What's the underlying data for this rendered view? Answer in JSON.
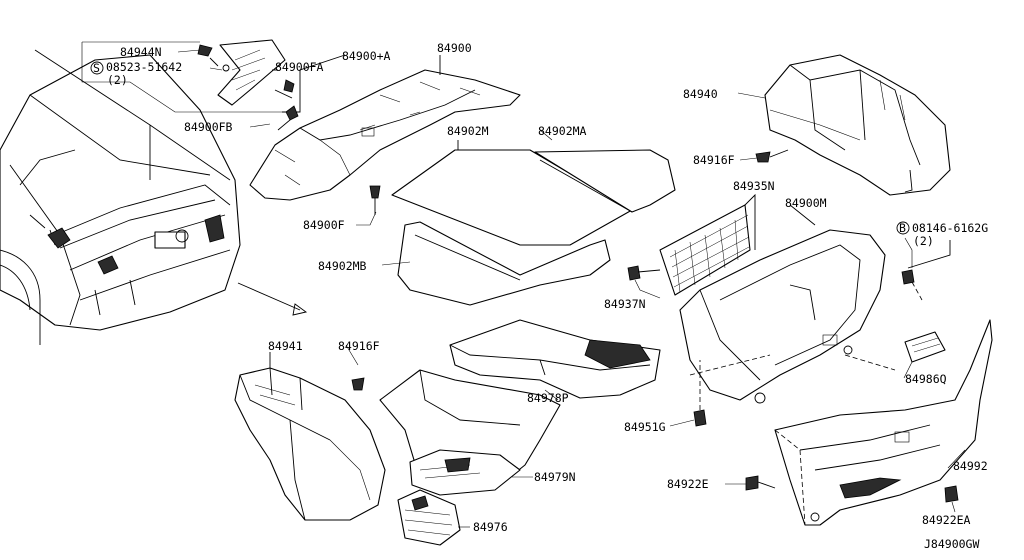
{
  "diagram_code": "J84900GW",
  "labels": {
    "p84944N": "84944N",
    "p08523": "08523-51642",
    "p08523_qty": "(2)",
    "p84900A": "84900+A",
    "p84900FA": "84900FA",
    "p84900FB": "84900FB",
    "p84900": "84900",
    "p84902M": "84902M",
    "p84902MA": "84902MA",
    "p84900F": "84900F",
    "p84902MB": "84902MB",
    "p84940": "84940",
    "p84916F_a": "84916F",
    "p84935N": "84935N",
    "p84900M": "84900M",
    "p08146": "08146-6162G",
    "p08146_qty": "(2)",
    "p84937N": "84937N",
    "p84941": "84941",
    "p84916F_b": "84916F",
    "p84978P": "84978P",
    "p84951G": "84951G",
    "p84986Q": "84986Q",
    "p84979N": "84979N",
    "p84922E": "84922E",
    "p84992": "84992",
    "p84976": "84976",
    "p84922EA": "84922EA"
  },
  "markers": {
    "s_circle": "S",
    "b_circle": "B"
  }
}
